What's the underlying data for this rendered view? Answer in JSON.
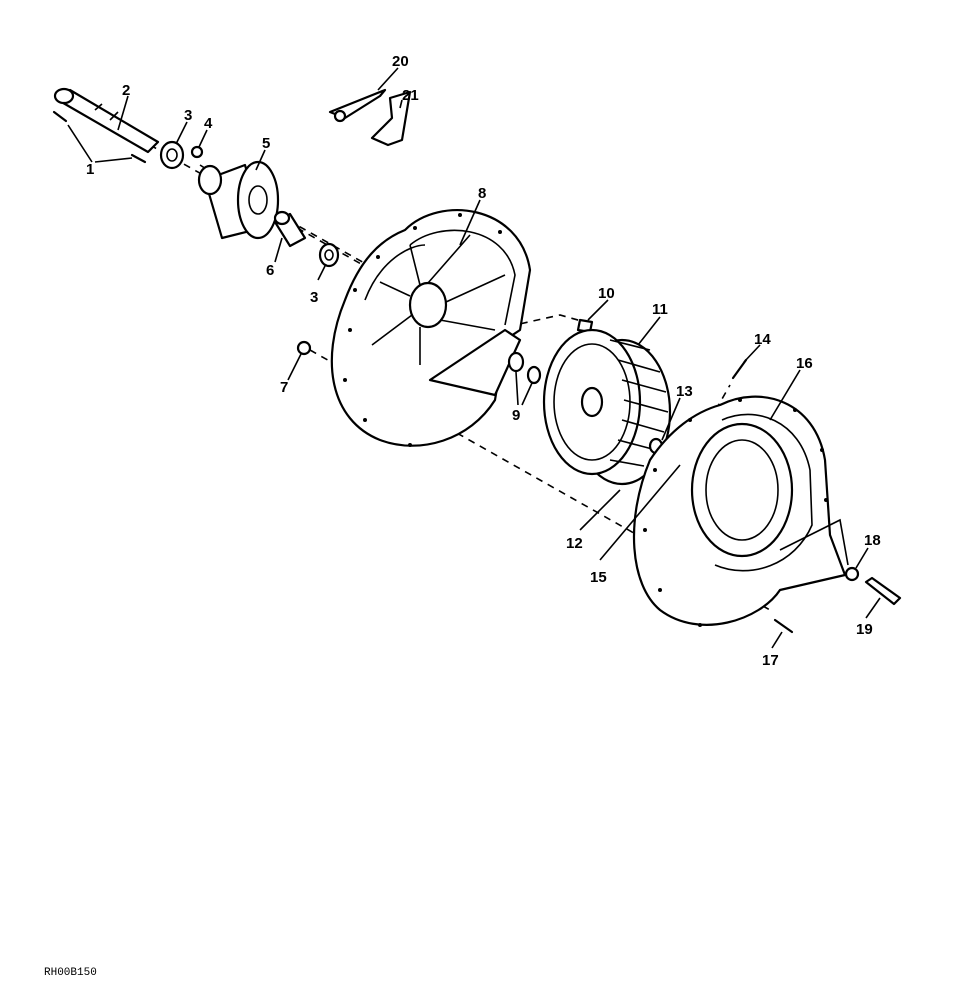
{
  "diagram": {
    "callouts": {
      "c1": "1",
      "c2": "2",
      "c3a": "3",
      "c3b": "3",
      "c4": "4",
      "c5": "5",
      "c6": "6",
      "c7": "7",
      "c8": "8",
      "c9": "9",
      "c10": "10",
      "c11": "11",
      "c12": "12",
      "c13": "13",
      "c14": "14",
      "c15": "15",
      "c16": "16",
      "c17": "17",
      "c18": "18",
      "c19": "19",
      "c20": "20",
      "c21": "21"
    },
    "reference_code": "RH00B150"
  }
}
